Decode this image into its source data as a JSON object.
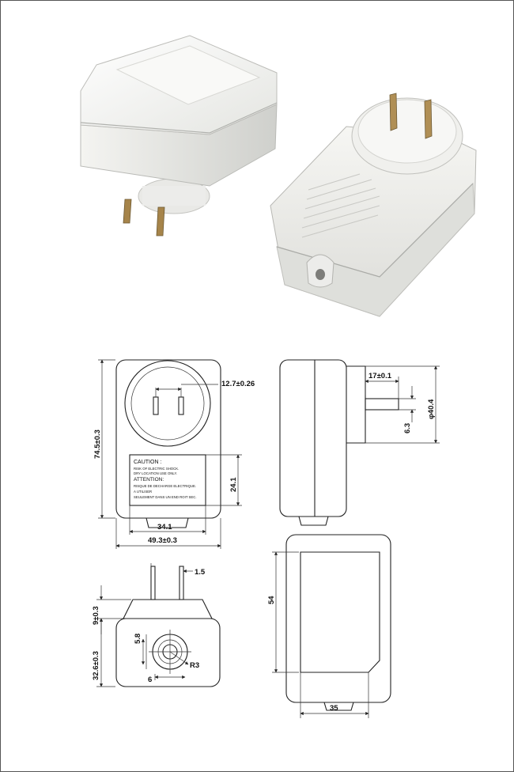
{
  "colors": {
    "plastic": "#f1f1ee",
    "shadow": "#c9cac6",
    "prong": "#9b7a3d",
    "line": "#222222",
    "frame": "#555555"
  },
  "drawing": {
    "dims": {
      "pitch": "12.7±0.26",
      "height": "74.5±0.3",
      "label_h": "24.1",
      "width_inner": "34.1",
      "width_total": "49.3±0.3",
      "prong_len": "17±0.1",
      "plug_dia": "φ40.4",
      "prong_w": "6.3",
      "prong_t": "1.5",
      "prong_h": "9±0.3",
      "depth": "32.6±0.3",
      "jack_a": "5.8",
      "jack_b": "6",
      "jack_r": "R3",
      "base_len": "54",
      "base_w": "35"
    },
    "label": {
      "caution": "CAUTION :",
      "l1": "RISK OF ELECTRIC SHOCK.",
      "l2": "DRY LOCATION USE ONLY.",
      "attention": "ATTENTION:",
      "l3": "RISQUE DE DECHARGE ELECTRIQUE.",
      "l4": "A UTILISER",
      "l5": "SEULEMENT DANS UN END ROIT SEC."
    }
  }
}
